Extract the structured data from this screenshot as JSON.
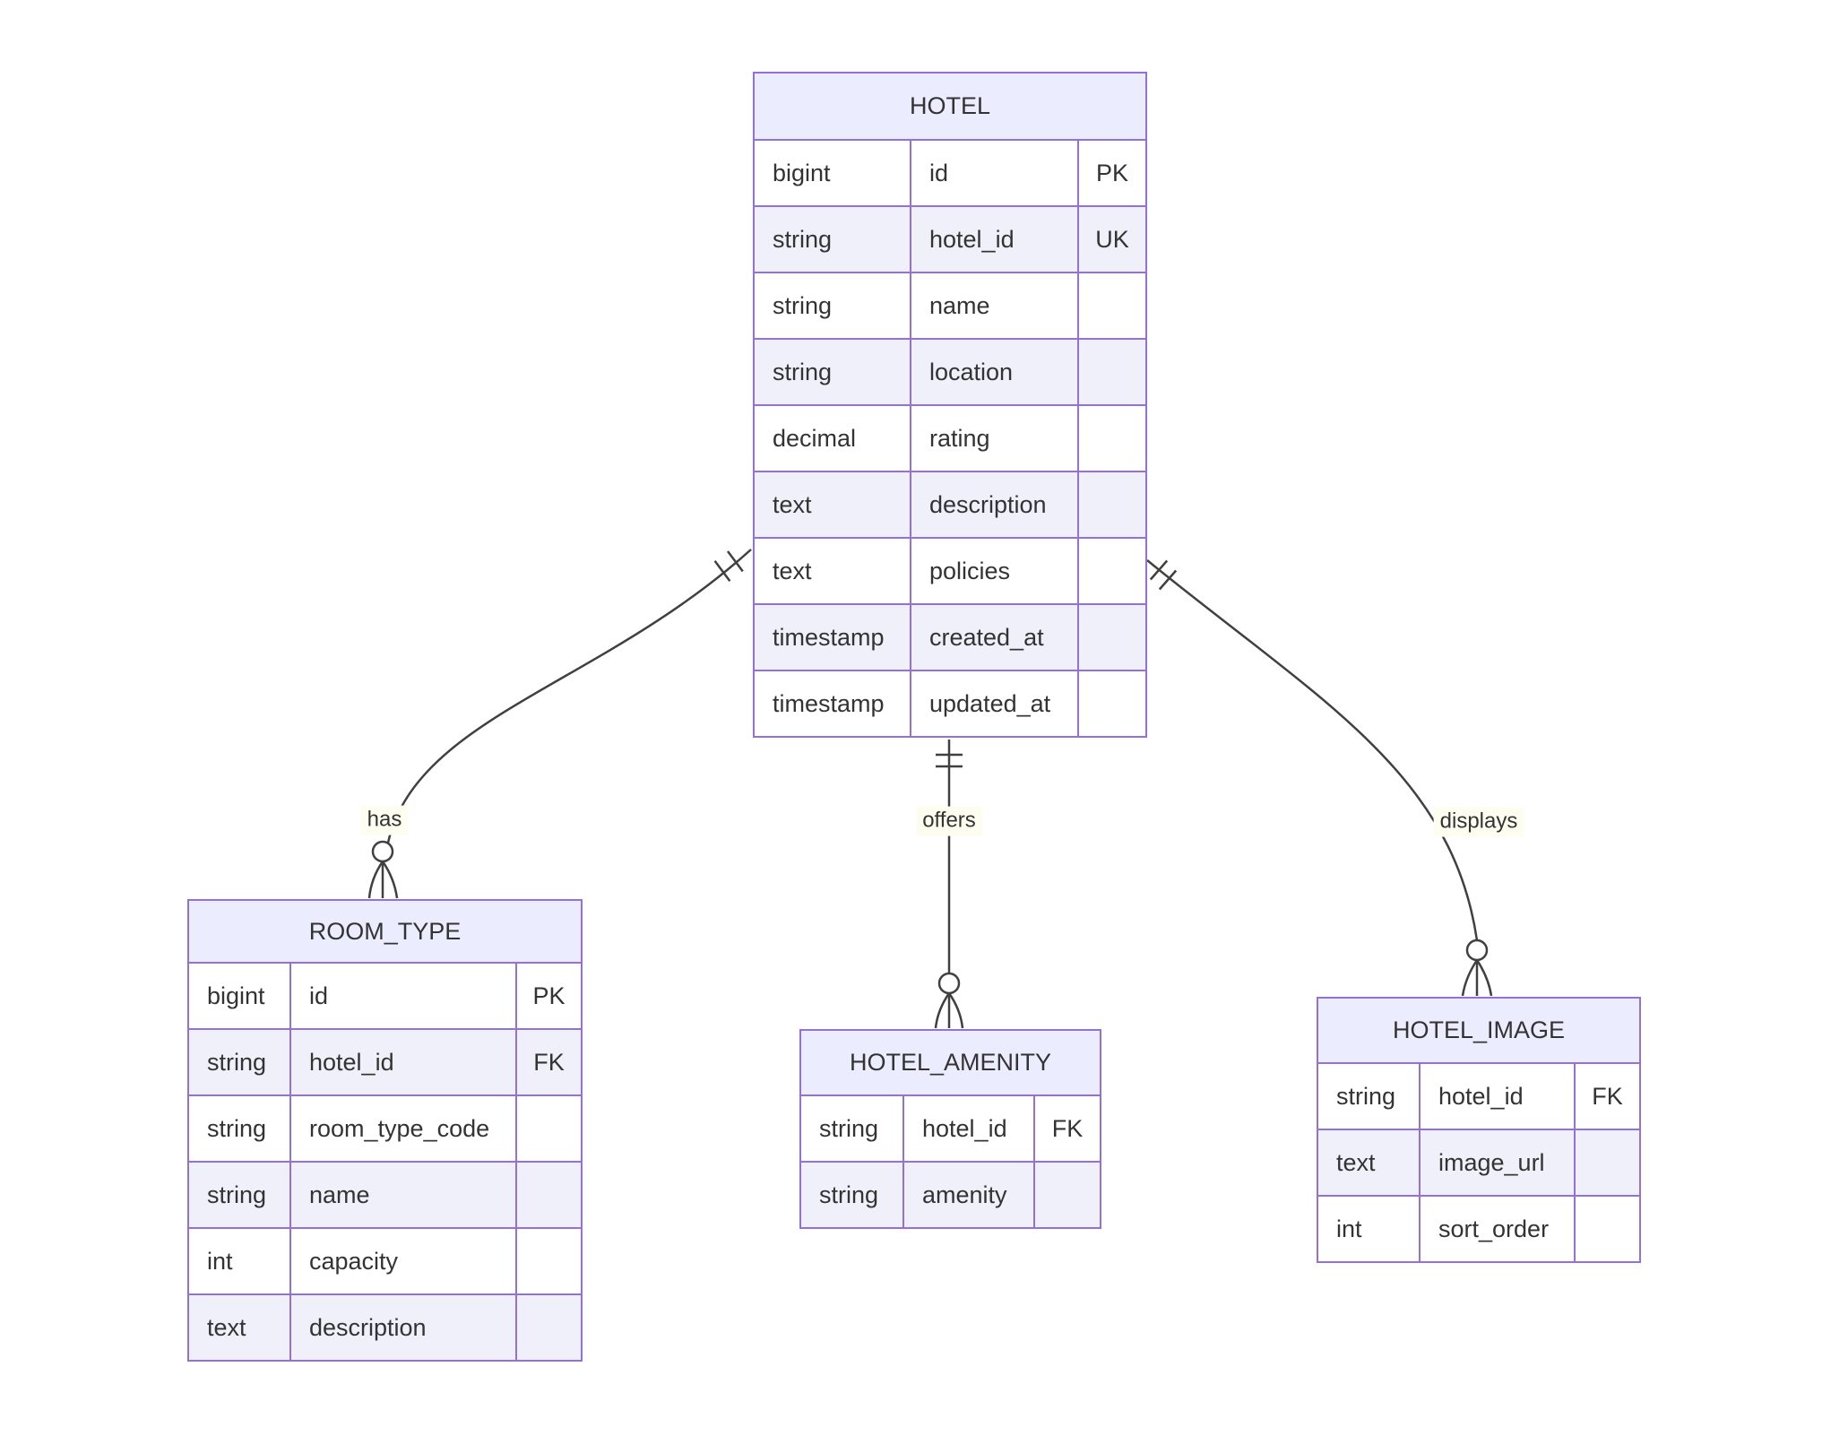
{
  "diagram_type": "entity-relationship",
  "entities": {
    "hotel": {
      "name": "HOTEL",
      "rows": [
        {
          "type": "bigint",
          "name": "id",
          "key": "PK"
        },
        {
          "type": "string",
          "name": "hotel_id",
          "key": "UK"
        },
        {
          "type": "string",
          "name": "name",
          "key": ""
        },
        {
          "type": "string",
          "name": "location",
          "key": ""
        },
        {
          "type": "decimal",
          "name": "rating",
          "key": ""
        },
        {
          "type": "text",
          "name": "description",
          "key": ""
        },
        {
          "type": "text",
          "name": "policies",
          "key": ""
        },
        {
          "type": "timestamp",
          "name": "created_at",
          "key": ""
        },
        {
          "type": "timestamp",
          "name": "updated_at",
          "key": ""
        }
      ]
    },
    "room_type": {
      "name": "ROOM_TYPE",
      "rows": [
        {
          "type": "bigint",
          "name": "id",
          "key": "PK"
        },
        {
          "type": "string",
          "name": "hotel_id",
          "key": "FK"
        },
        {
          "type": "string",
          "name": "room_type_code",
          "key": ""
        },
        {
          "type": "string",
          "name": "name",
          "key": ""
        },
        {
          "type": "int",
          "name": "capacity",
          "key": ""
        },
        {
          "type": "text",
          "name": "description",
          "key": ""
        }
      ]
    },
    "hotel_amenity": {
      "name": "HOTEL_AMENITY",
      "rows": [
        {
          "type": "string",
          "name": "hotel_id",
          "key": "FK"
        },
        {
          "type": "string",
          "name": "amenity",
          "key": ""
        }
      ]
    },
    "hotel_image": {
      "name": "HOTEL_IMAGE",
      "rows": [
        {
          "type": "string",
          "name": "hotel_id",
          "key": "FK"
        },
        {
          "type": "text",
          "name": "image_url",
          "key": ""
        },
        {
          "type": "int",
          "name": "sort_order",
          "key": ""
        }
      ]
    }
  },
  "relationships": [
    {
      "from": "HOTEL",
      "to": "ROOM_TYPE",
      "label": "has",
      "from_cardinality": "exactly one",
      "to_cardinality": "zero or more"
    },
    {
      "from": "HOTEL",
      "to": "HOTEL_AMENITY",
      "label": "offers",
      "from_cardinality": "exactly one",
      "to_cardinality": "zero or more"
    },
    {
      "from": "HOTEL",
      "to": "HOTEL_IMAGE",
      "label": "displays",
      "from_cardinality": "exactly one",
      "to_cardinality": "zero or more"
    }
  ],
  "colors": {
    "entity_header_fill": "#ECECFF",
    "row_fill": "#FFFFFF",
    "row_alt_fill": "#F0F0FA",
    "entity_border": "#9370DB",
    "relationship_line": "#404040",
    "text": "#333333",
    "label_background": "#FDFDF0",
    "page_background": "#FFFFFF"
  }
}
